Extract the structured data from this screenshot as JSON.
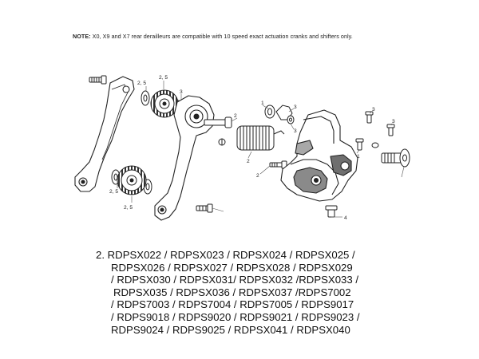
{
  "note": {
    "label": "NOTE:",
    "text": " X0, X9 and X7 rear derailleurs are compatible with 10 speed exact actuation cranks and shifters only."
  },
  "callouts": {
    "c25a": "2, 5",
    "c25b": "2, 5",
    "c25c": "2, 5",
    "c25d": "2, 5",
    "c3a": "3",
    "c2a": "2",
    "c1a": "1",
    "c3b": "3",
    "c3c": "3",
    "c3d": "3",
    "c3e": "3",
    "c2b": "2",
    "c1b": "1",
    "c2c": "2",
    "c4": "4"
  },
  "parts_list": [
    "2. RDPSX022 / RDPSX023 / RDPSX024 / RDPSX025 /",
    "RDPSX026 / RDPSX027 / RDPSX028 / RDPSX029",
    "/ RDPSX030 / RDPSX031/ RDPSX032 /RDPSX033 /",
    "RDPSX035 / RDPSX036 / RDPSX037 /RDPS7002",
    "/ RDPS7003 / RDPS7004 / RDPS7005 / RDPS9017",
    "/ RDPS9018 / RDPS9020 / RDPS9021 / RDPS9023 /",
    "RDPS9024 / RDPS9025 / RDPSX041 / RDPSX040"
  ]
}
